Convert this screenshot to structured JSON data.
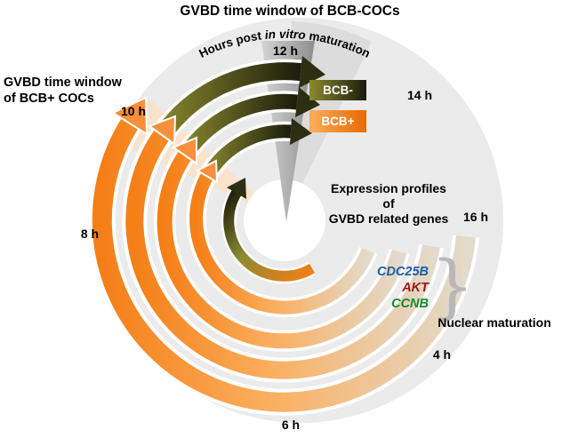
{
  "title": "GVBD time window of BCB-COCs",
  "axis": {
    "pre": "Hours post ",
    "mid": "in vitro",
    "post": " maturation"
  },
  "left_label": {
    "line1": "GVBD time window",
    "line2": "of BCB+ COCs"
  },
  "legend": {
    "bcb_minus": "BCB-",
    "bcb_plus": "BCB+"
  },
  "hours": {
    "h4": "4 h",
    "h6": "6 h",
    "h8": "8 h",
    "h10": "10 h",
    "h12": "12 h",
    "h14": "14 h",
    "h16": "16 h"
  },
  "expression": {
    "line1": "Expression profiles",
    "line2": "of",
    "line3": "GVBD related genes"
  },
  "genes": {
    "cdc25b": "CDC25B",
    "akt": "AKT",
    "ccnb": "CCNB"
  },
  "brace": "}",
  "nuclear_label": "Nuclear maturation",
  "colors": {
    "orange": "#f57f17",
    "orange-light": "#fbae5e",
    "orange-pale": "#e2dacb",
    "orange-deep": "#e86a00",
    "orange-arrow": "#f78f3c",
    "olive": "#8a8a30",
    "dark-olive": "#1c1c0c",
    "arrow-dark": "#2e2e12",
    "bg-circle": "#ebebeb",
    "fan-gray": "#dcdcdc",
    "fan-orange": "#f9e3cd",
    "wedge-light": "#d4d4d4",
    "wedge-dark": "#8e8e8e",
    "gene-cdc25b": "#1b5eab",
    "gene-akt": "#a31414",
    "gene-ccnb": "#178a2a",
    "brace-gray": "#b8b8b8",
    "text": "#000000"
  }
}
